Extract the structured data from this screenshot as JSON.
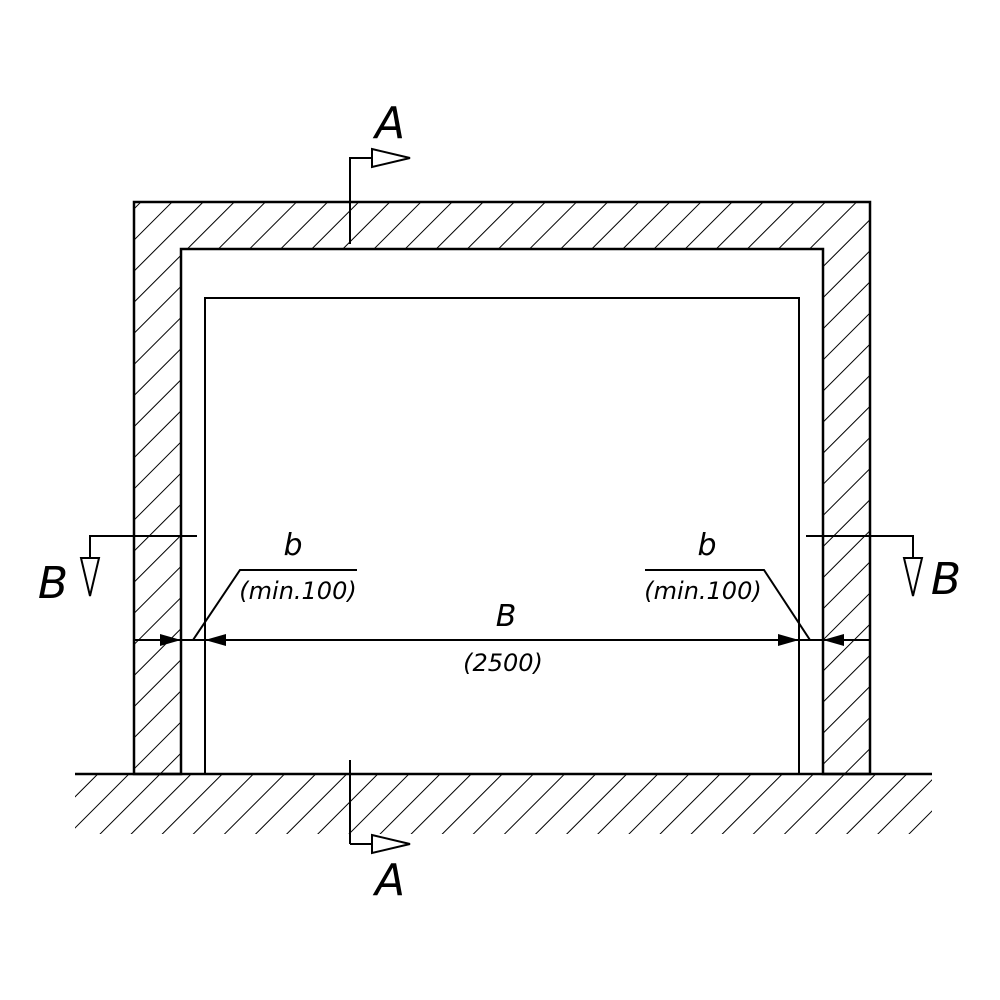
{
  "diagram": {
    "section_label_a": "A",
    "section_label_b": "B",
    "dim_side_label": "b",
    "dim_side_value": "(min.100)",
    "dim_width_label": "B",
    "dim_width_value": "(2500)"
  }
}
